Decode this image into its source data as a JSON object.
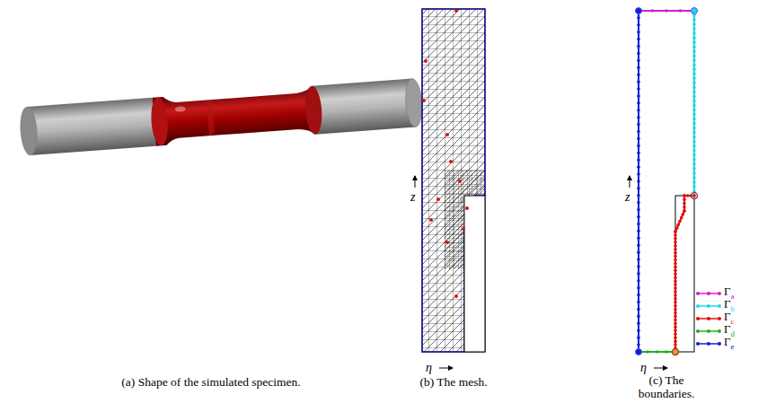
{
  "diagram": {
    "labels": [
      "(a) Shape of the simulated specimen.",
      "(b) The mesh.",
      "(c) The boundaries.",
      "z",
      "η",
      "z",
      "η"
    ],
    "legend": [
      {
        "text": "Γa",
        "color": "#d020d0"
      },
      {
        "text": "Γb",
        "color": "#20d8e8"
      },
      {
        "text": "Γc",
        "color": "#e01010"
      },
      {
        "text": "Γd",
        "color": "#20b020"
      },
      {
        "text": "Γe",
        "color": "#1020d0"
      }
    ]
  }
}
